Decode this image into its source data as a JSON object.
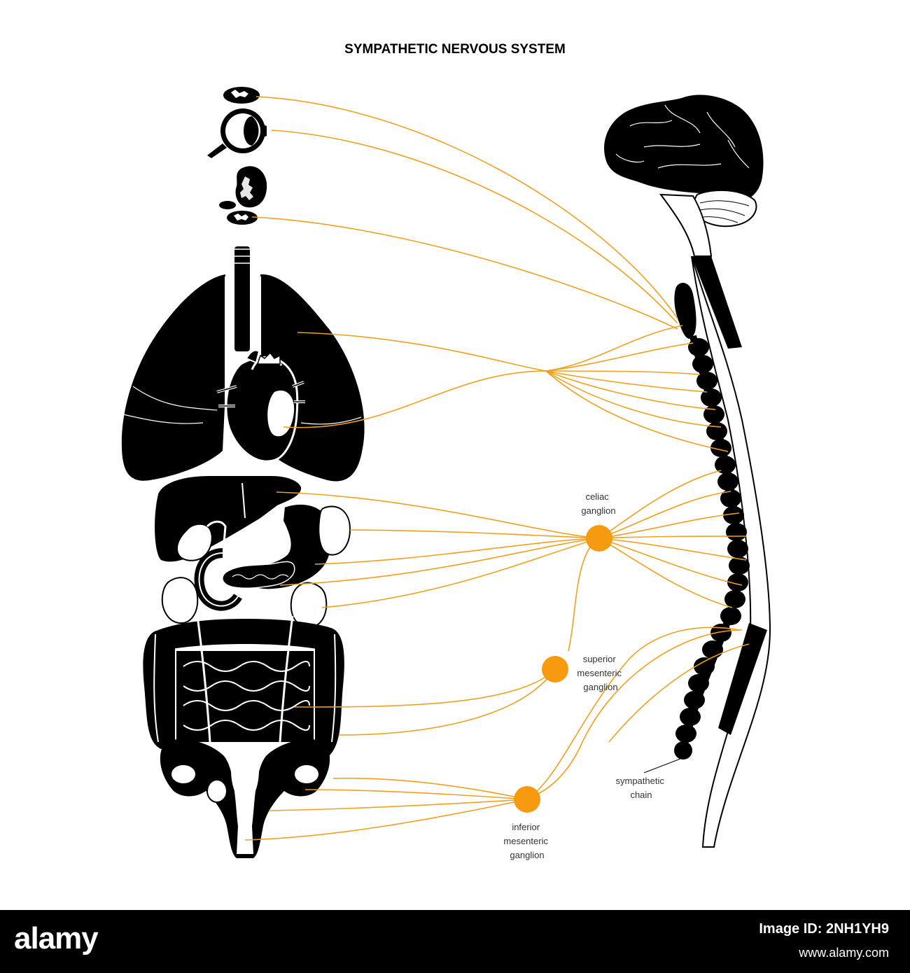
{
  "title": "SYMPATHETIC NERVOUS SYSTEM",
  "labels": {
    "celiac": [
      "celiac",
      "ganglion"
    ],
    "superior": [
      "superior",
      "mesenteric",
      "ganglion"
    ],
    "inferior": [
      "inferior",
      "mesenteric",
      "ganglion"
    ],
    "chain": [
      "sympathetic",
      "chain"
    ]
  },
  "colors": {
    "nerve": "#f0a01e",
    "ganglion": "#f79a10",
    "organ": "#000000",
    "background": "#ffffff"
  },
  "footer": {
    "logo": "alamy",
    "image_id": "Image ID: 2NH1YH9",
    "url": "www.alamy.com"
  }
}
